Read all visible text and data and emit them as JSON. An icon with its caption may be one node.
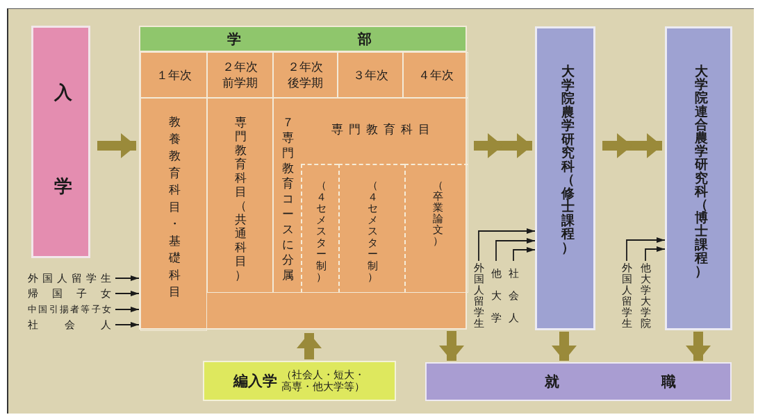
{
  "diagram": {
    "nodes": [
      {
        "text": [
          "入学"
        ]
      },
      {
        "text": [
          "学部"
        ]
      },
      {
        "text": [
          "１年次"
        ],
        "in": 1
      },
      {
        "text": [
          "２年次前学期"
        ],
        "in": 1
      },
      {
        "text": [
          "２年次後学期"
        ],
        "in": 1
      },
      {
        "text": [
          "３年次"
        ],
        "in": 1
      },
      {
        "text": [
          "４年次"
        ],
        "in": 1
      },
      {
        "text": [
          "教養教育科目・基礎科目"
        ],
        "in": 1
      },
      {
        "text": [
          "専門教育科目（共通科目）"
        ],
        "in": 1
      },
      {
        "text": [
          "７専門教育コースに分属",
          "専門教育科目"
        ],
        "in": 1
      },
      {
        "text": [
          "（４セメスター制）"
        ],
        "in": 9
      },
      {
        "text": [
          "（４セメスター制）"
        ],
        "in": 9
      },
      {
        "text": [
          "（卒業論文）"
        ],
        "in": 9
      },
      {
        "text": [
          "外国人留学生"
        ]
      },
      {
        "text": [
          "帰国子女"
        ]
      },
      {
        "text": [
          "中国引揚者等子女"
        ]
      },
      {
        "text": [
          "社会人"
        ]
      },
      {
        "text": [
          "大学院農学研究科（修士課程）"
        ]
      },
      {
        "text": [
          "大学院連合農学研究科（博士課程）"
        ]
      },
      {
        "text": [
          "外国人留学生"
        ]
      },
      {
        "text": [
          "他大学"
        ]
      },
      {
        "text": [
          "社会人"
        ]
      },
      {
        "text": [
          "外国人留学生"
        ]
      },
      {
        "text": [
          "他大学大学院"
        ]
      },
      {
        "text": [
          "編入学",
          "（社会人・短大・高専・他大学等）"
        ]
      },
      {
        "text": [
          "就職"
        ]
      }
    ],
    "edges": [
      {
        "from": 0,
        "to": 1,
        "arrow": "to",
        "style": "thick",
        "color": "#9a8a3a"
      },
      {
        "from": 1,
        "to": 17,
        "arrow": "to",
        "style": "thick",
        "color": "#9a8a3a"
      },
      {
        "from": 17,
        "to": 18,
        "arrow": "to",
        "style": "thick",
        "color": "#9a8a3a"
      },
      {
        "from": 24,
        "to": 1,
        "arrow": "to",
        "style": "thick",
        "color": "#9a8a3a"
      },
      {
        "from": 1,
        "to": 25,
        "arrow": "to",
        "style": "thick",
        "color": "#9a8a3a"
      },
      {
        "from": 17,
        "to": 25,
        "arrow": "to",
        "style": "thick",
        "color": "#9a8a3a"
      },
      {
        "from": 18,
        "to": 25,
        "arrow": "to",
        "style": "thick",
        "color": "#9a8a3a"
      },
      {
        "from": 13,
        "to": 1,
        "arrow": "to"
      },
      {
        "from": 14,
        "to": 1,
        "arrow": "to"
      },
      {
        "from": 15,
        "to": 1,
        "arrow": "to"
      },
      {
        "from": 16,
        "to": 1,
        "arrow": "to"
      },
      {
        "from": 19,
        "to": 17,
        "arrow": "to"
      },
      {
        "from": 20,
        "to": 17,
        "arrow": "to"
      },
      {
        "from": 21,
        "to": 17,
        "arrow": "to"
      },
      {
        "from": 22,
        "to": 18,
        "arrow": "to"
      },
      {
        "from": 23,
        "to": 18,
        "arrow": "to"
      }
    ]
  }
}
